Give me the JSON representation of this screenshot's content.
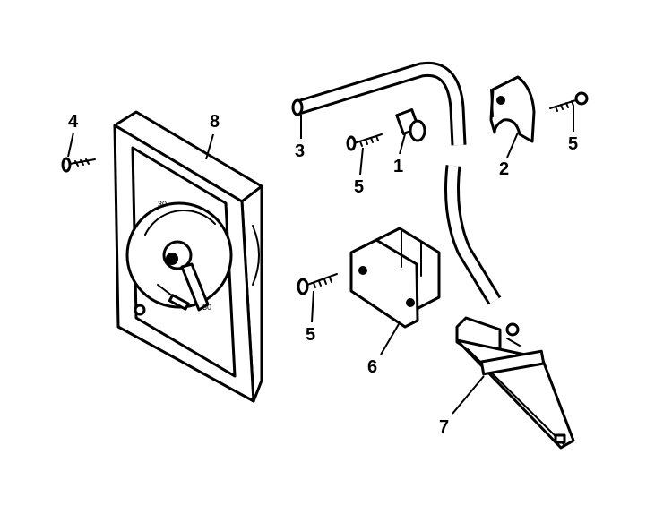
{
  "diagram": {
    "callouts": [
      "4",
      "8",
      "3",
      "5",
      "1",
      "2",
      "5",
      "5",
      "6",
      "7"
    ],
    "dial_marks": [
      "30",
      "30"
    ]
  },
  "colors": {
    "ink": "#000000",
    "paper": "#ffffff"
  }
}
